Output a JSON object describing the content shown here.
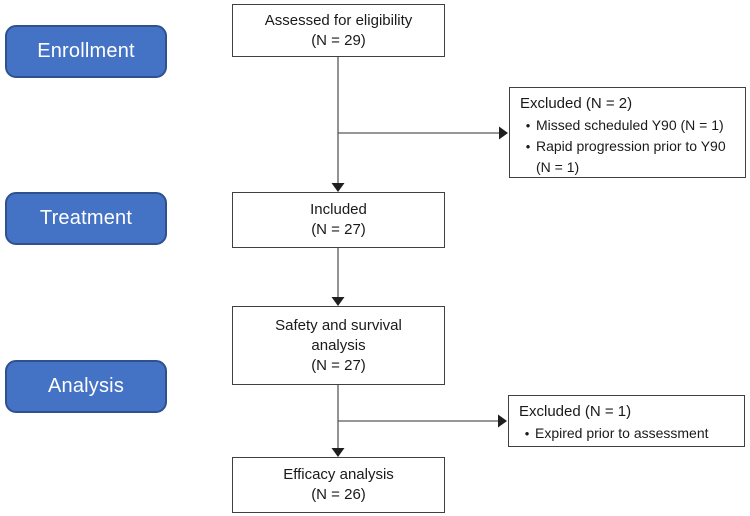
{
  "colors": {
    "stage_fill": "#4472C4",
    "stage_border": "#2F528F",
    "box_border": "#404040",
    "arrow": "#595959"
  },
  "stages": [
    {
      "label": "Enrollment"
    },
    {
      "label": "Treatment"
    },
    {
      "label": "Analysis"
    }
  ],
  "boxes": {
    "assessed": {
      "lines": [
        "Assessed for eligibility",
        "(N = 29)"
      ]
    },
    "included": {
      "lines": [
        "Included",
        "(N = 27)"
      ]
    },
    "safety": {
      "lines": [
        "Safety and survival",
        "analysis",
        "(N = 27)"
      ]
    },
    "efficacy": {
      "lines": [
        "Efficacy analysis",
        "(N = 26)"
      ]
    },
    "excluded_top": {
      "title": "Excluded (N = 2)",
      "bullet": "•",
      "items": [
        "Missed scheduled Y90 (N = 1)",
        "Rapid progression prior to Y90 (N = 1)"
      ]
    },
    "excluded_bottom": {
      "title": "Excluded (N = 1)",
      "bullet": "•",
      "items": [
        "Expired prior to assessment"
      ]
    }
  }
}
